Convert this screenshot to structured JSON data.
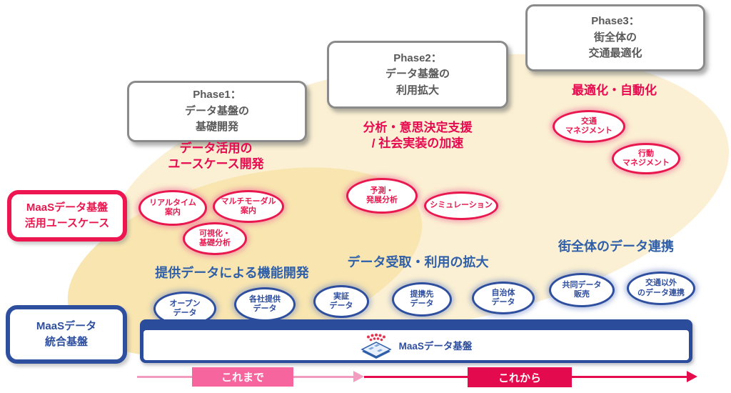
{
  "colors": {
    "crimson": "#E8184F",
    "pink_timeline_bg": "#F7659E",
    "pink_timeline_line": "#F29CBF",
    "crimson_timeline_bg": "#E30B4D",
    "blue": "#2E4E9E",
    "blue_label": "#2E5FA8",
    "beige_outer": "#FBF0D3",
    "beige_inner": "#F8E5B0",
    "phase_text_gray": "#595959"
  },
  "phases": [
    {
      "label": "Phase1：\nデータ基盤の\n基礎開発"
    },
    {
      "label": "Phase2：\nデータ基盤の\n利用拡大"
    },
    {
      "label": "Phase3：\n街全体の\n交通最適化"
    }
  ],
  "phase_sublabels": [
    {
      "label": "データ活用の\nユースケース開発"
    },
    {
      "label": "分析・意思決定支援\n/ 社会実装の加速"
    },
    {
      "label": "最適化・自動化"
    }
  ],
  "use_cases": {
    "items": [
      {
        "label": "リアルタイム\n案内"
      },
      {
        "label": "マルチモーダル\n案内"
      },
      {
        "label": "可視化・\n基礎分析"
      },
      {
        "label": "予測・\n発展分析"
      },
      {
        "label": "シミュレーション"
      },
      {
        "label": "交通\nマネジメント"
      },
      {
        "label": "行動\nマネジメント"
      }
    ]
  },
  "data_sources": {
    "items": [
      {
        "label": "オープン\nデータ"
      },
      {
        "label": "各社提供\nデータ"
      },
      {
        "label": "実証\nデータ"
      },
      {
        "label": "提携先\nデータ"
      },
      {
        "label": "自治体\nデータ"
      },
      {
        "label": "共同データ\n販売"
      },
      {
        "label": "交通以外\nのデータ連携"
      }
    ]
  },
  "section_labels": [
    {
      "label": "提供データによる機能開発"
    },
    {
      "label": "データ受取・利用の拡大"
    },
    {
      "label": "街全体のデータ連携"
    }
  ],
  "side_boxes": {
    "use_case_label": "MaaSデータ基盤\n活用ユースケース",
    "platform_label": "MaaSデータ\n統合基盤"
  },
  "platform_bar": {
    "label": "MaaSデータ基盤",
    "icon": "data-platform-icon"
  },
  "timeline": {
    "past_label": "これまで",
    "future_label": "これから"
  }
}
